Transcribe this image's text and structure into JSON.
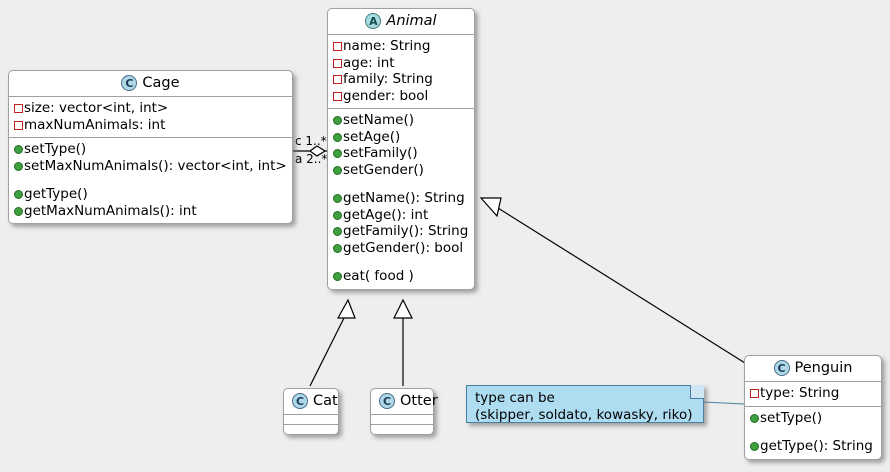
{
  "diagram": {
    "type": "uml-class-diagram",
    "background_color": "#eeeeee",
    "accent_colors": {
      "class_marker": "#ADD8E6",
      "abstract_marker": "#A9DCDF",
      "private_field": "#C02020",
      "public_method": "#3EA03E",
      "note_background": "#AEDCF0"
    }
  },
  "classes": {
    "animal": {
      "stereotype": "A",
      "name": "Animal",
      "fields": [
        "name: String",
        "age: int",
        "family: String",
        "gender: bool"
      ],
      "methods_group1": [
        "setName()",
        "setAge()",
        "setFamily()",
        "setGender()"
      ],
      "methods_group2": [
        "getName(): String",
        "getAge(): int",
        "getFamily(): String",
        "getGender(): bool"
      ],
      "methods_group3": [
        "eat( food )"
      ]
    },
    "cage": {
      "stereotype": "C",
      "name": "Cage",
      "fields": [
        "size: vector<int, int>",
        "maxNumAnimals: int"
      ],
      "methods_group1": [
        "setType()",
        "setMaxNumAnimals(): vector<int, int>"
      ],
      "methods_group2": [
        "getType()",
        "getMaxNumAnimals(): int"
      ]
    },
    "cat": {
      "stereotype": "C",
      "name": "Cat",
      "fields": [],
      "methods": []
    },
    "otter": {
      "stereotype": "C",
      "name": "Otter",
      "fields": [],
      "methods": []
    },
    "penguin": {
      "stereotype": "C",
      "name": "Penguin",
      "fields": [
        "type: String"
      ],
      "methods_group1": [
        "setType()"
      ],
      "methods_group2": [
        "getType(): String"
      ]
    }
  },
  "relations": {
    "cage_animal": {
      "kind": "aggregation",
      "source_label": "c 1..*",
      "target_label": "a 2..*"
    },
    "cat_animal": {
      "kind": "generalization"
    },
    "otter_animal": {
      "kind": "generalization"
    },
    "penguin_animal": {
      "kind": "generalization"
    }
  },
  "note": {
    "line1": "type can be",
    "line2": "(skipper, soldato, kowasky, riko)"
  }
}
